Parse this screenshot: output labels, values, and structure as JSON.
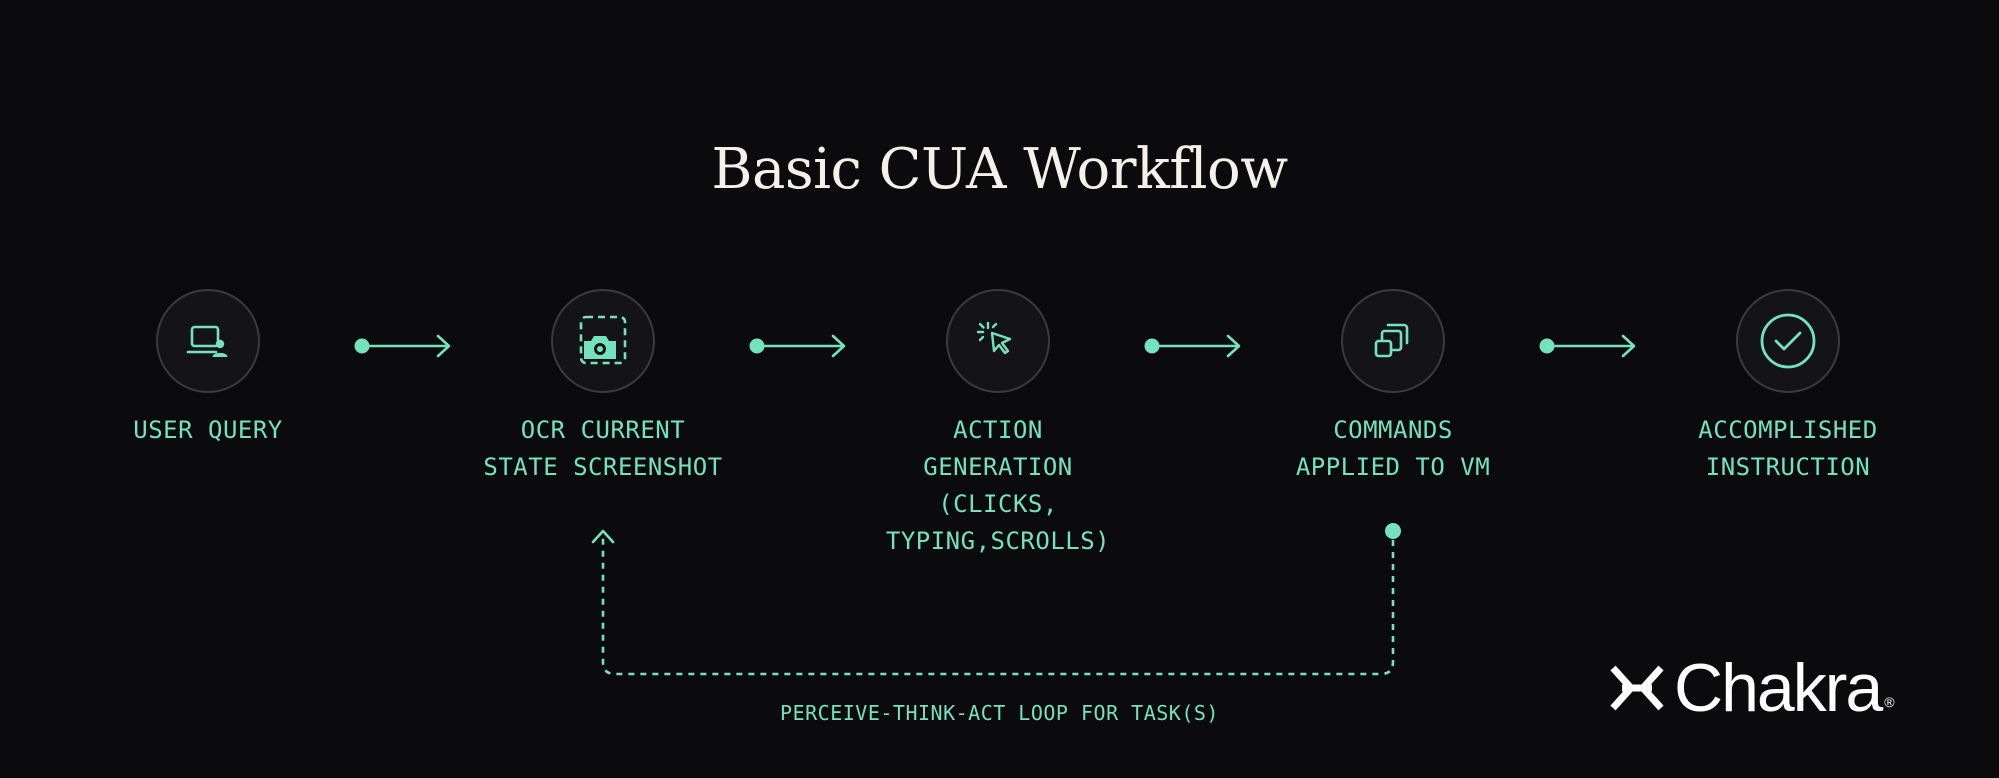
{
  "title": "Basic CUA Workflow",
  "steps": [
    {
      "icon": "monitor-user-icon",
      "label": "USER QUERY"
    },
    {
      "icon": "camera-screenshot-icon",
      "label": "OCR CURRENT\nSTATE SCREENSHOT"
    },
    {
      "icon": "cursor-click-icon",
      "label": "ACTION\nGENERATION\n(CLICKS,\nTYPING,SCROLLS)"
    },
    {
      "icon": "stacked-windows-icon",
      "label": "COMMANDS\nAPPLIED TO VM"
    },
    {
      "icon": "check-circle-icon",
      "label": "ACCOMPLISHED\nINSTRUCTION"
    }
  ],
  "loop_label": "PERCEIVE-THINK-ACT LOOP FOR TASK(S)",
  "logo": {
    "name": "Chakra",
    "registered": "®"
  },
  "colors": {
    "background": "#0b0b0d",
    "accent": "#74e3bd",
    "title": "#f4f1ea",
    "node_border": "#3b3b3e"
  }
}
